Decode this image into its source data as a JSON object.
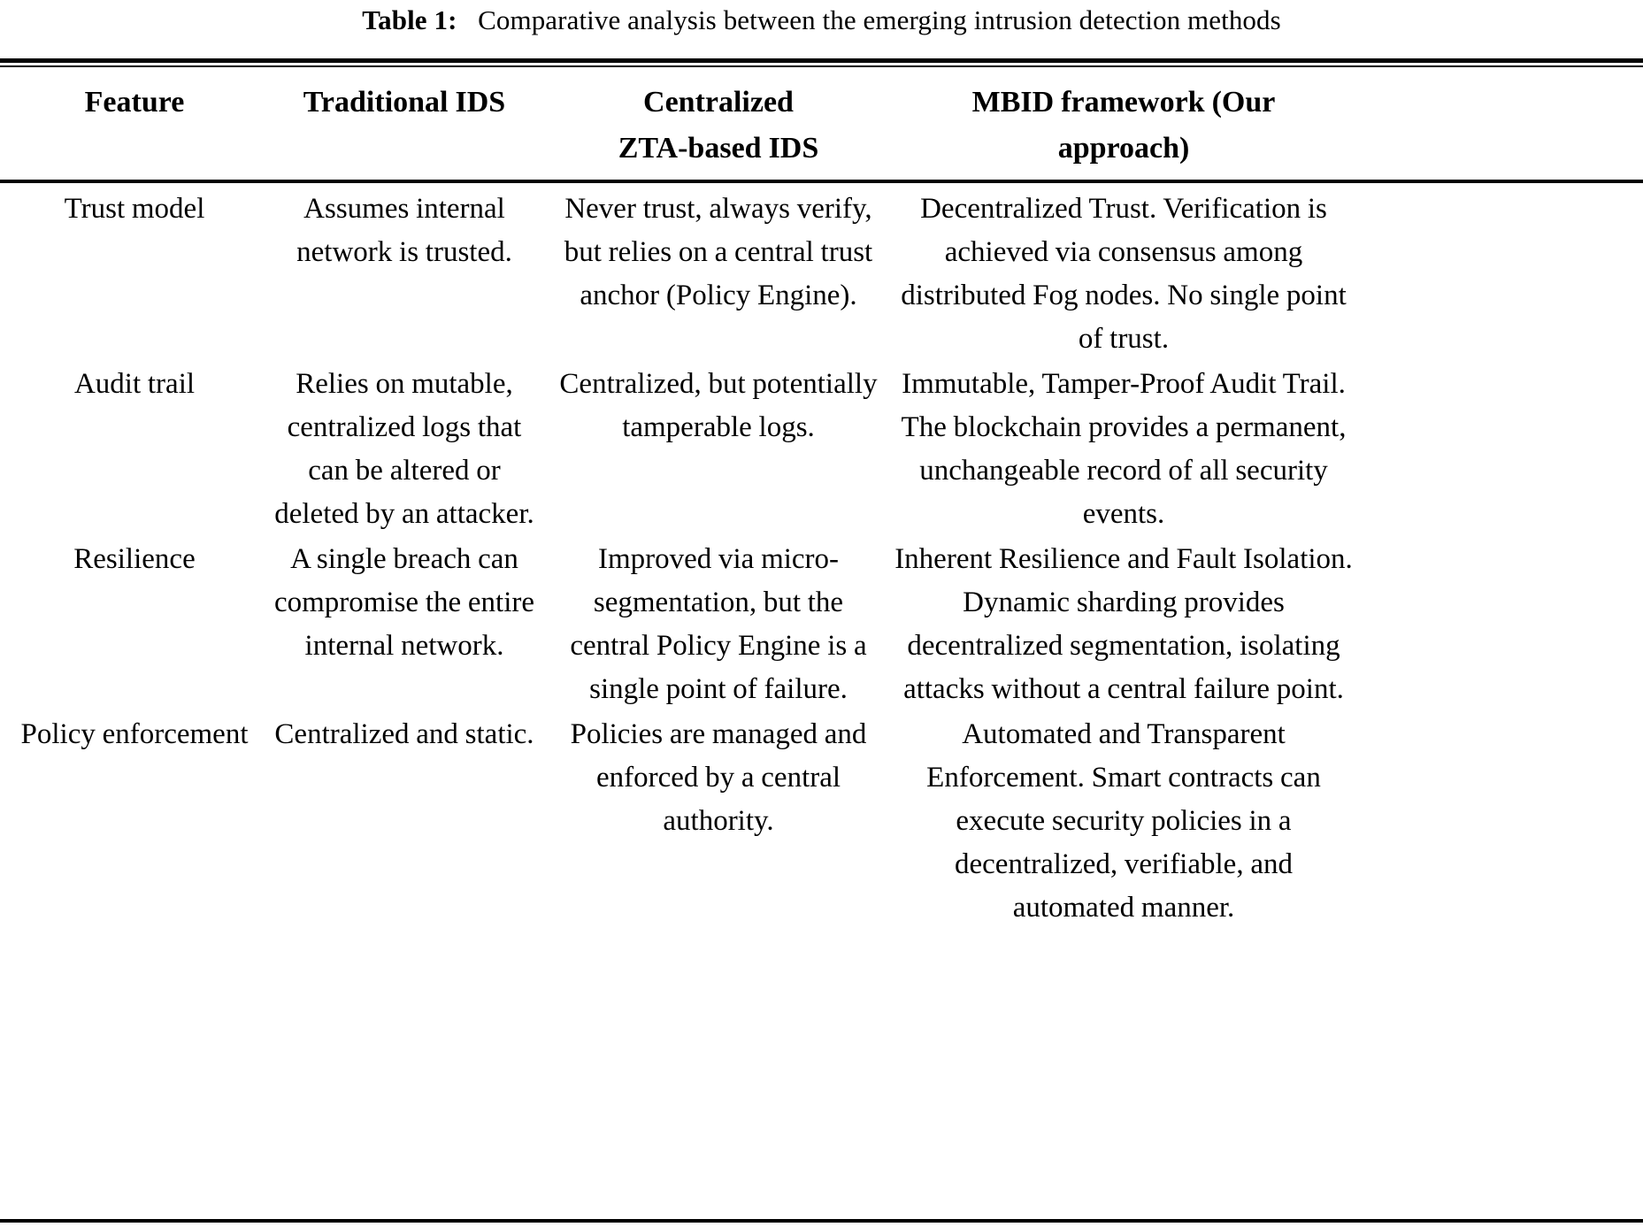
{
  "caption": {
    "label": "Table 1:",
    "text": "Comparative analysis between the emerging intrusion detection methods"
  },
  "table": {
    "headers": [
      "Feature",
      "Traditional IDS",
      "Centralized\nZTA-based IDS",
      "MBID framework (Our\napproach)"
    ],
    "rows": [
      {
        "feature": "Trust model",
        "traditional_ids": "Assumes internal network is trusted.",
        "centralized_zta_ids": "Never trust, always verify, but relies on a central trust anchor (Policy Engine).",
        "mbid_framework": "Decentralized Trust. Verification is achieved via consensus among distributed Fog nodes. No single point of trust."
      },
      {
        "feature": "Audit trail",
        "traditional_ids": "Relies on mutable, centralized logs that can be altered or deleted by an attacker.",
        "centralized_zta_ids": "Centralized, but potentially tamperable logs.",
        "mbid_framework": "Immutable, Tamper-Proof Audit Trail. The blockchain provides a permanent, unchangeable record of all security events."
      },
      {
        "feature": "Resilience",
        "traditional_ids": "A single breach can compromise the entire internal network.",
        "centralized_zta_ids": "Improved via micro-segmentation, but the central Policy Engine is a single point of failure.",
        "mbid_framework": "Inherent Resilience and Fault Isolation. Dynamic sharding provides decentralized segmentation, isolating attacks without a central failure point."
      },
      {
        "feature": "Policy enforcement",
        "traditional_ids": "Centralized and static.",
        "centralized_zta_ids": "Policies are managed and enforced by a central authority.",
        "mbid_framework": "Automated and Transparent Enforcement. Smart contracts can execute security policies in a decentralized, verifiable, and automated manner."
      }
    ]
  },
  "layout": {
    "rule_color": "#000000",
    "background": "#ffffff",
    "text_color": "#000000"
  }
}
